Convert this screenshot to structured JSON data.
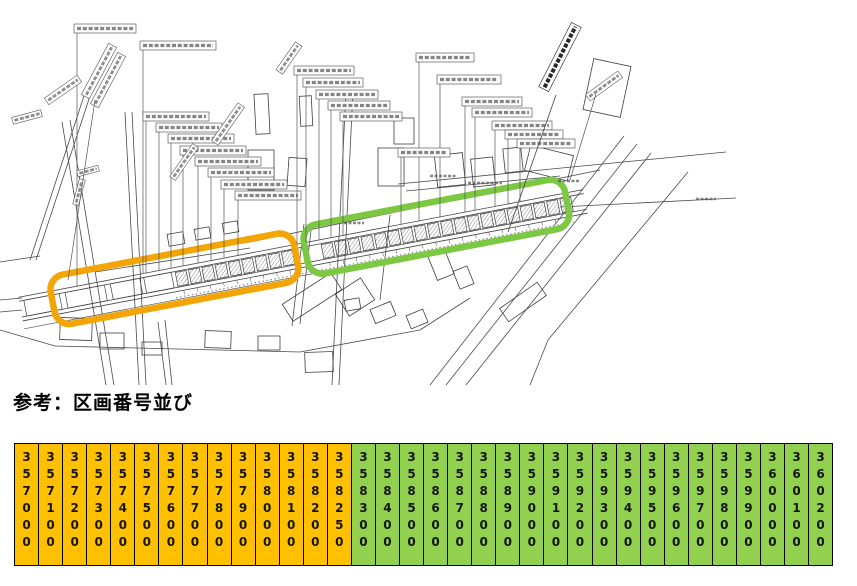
{
  "heading": "参考：区画番号並び",
  "table": {
    "groups": [
      {
        "name": "orange-block",
        "color": "#FFC000",
        "values": [
          "357000",
          "357100",
          "357200",
          "357300",
          "357400",
          "357500",
          "357600",
          "357700",
          "357800",
          "357900",
          "358000",
          "358100",
          "358200",
          "358250"
        ]
      },
      {
        "name": "green-block",
        "color": "#92D050",
        "values": [
          "358300",
          "358400",
          "358500",
          "358600",
          "358700",
          "358800",
          "358900",
          "359000",
          "359100",
          "359200",
          "359300",
          "359400",
          "359500",
          "359600",
          "359700",
          "359800",
          "359900",
          "360000",
          "360100",
          "360200"
        ]
      }
    ]
  },
  "map": {
    "highlights": [
      {
        "name": "orange-zone",
        "color": "#F2A505"
      },
      {
        "name": "green-zone",
        "color": "#7CC842"
      }
    ]
  }
}
